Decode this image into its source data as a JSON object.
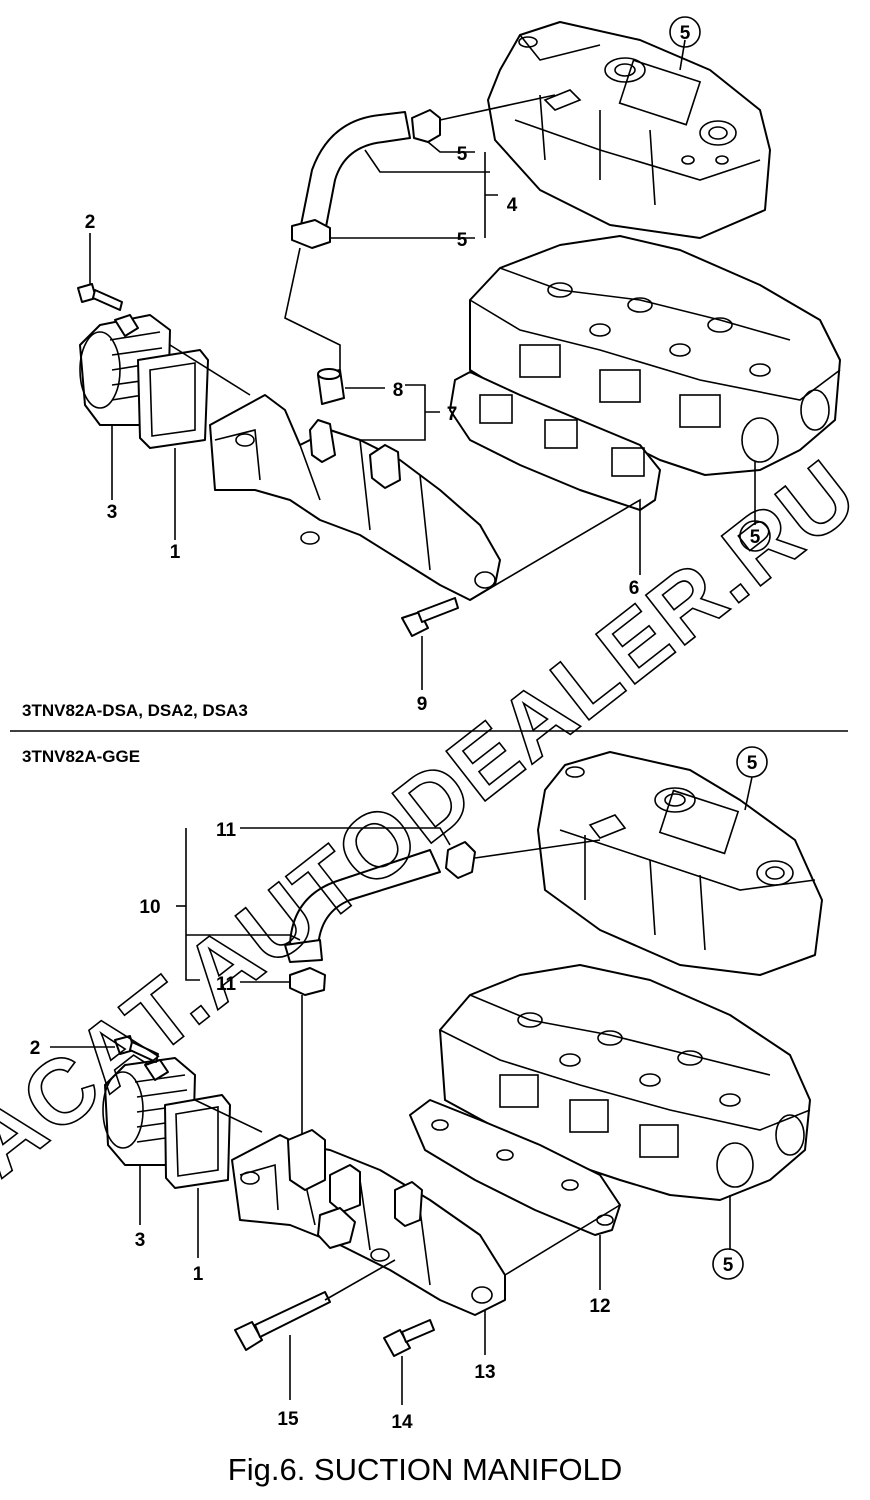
{
  "sections": [
    {
      "id": "top",
      "variant_label": "3TNV82A-DSA, DSA2, DSA3"
    },
    {
      "id": "bottom",
      "variant_label": "3TNV82A-GGE"
    }
  ],
  "callouts_top": {
    "c1": "1",
    "c2": "2",
    "c3": "3",
    "c4": "4",
    "c5a": "5",
    "c5b": "5",
    "c5_cover": "5",
    "c5_head": "5",
    "c6": "6",
    "c7": "7",
    "c8": "8",
    "c9": "9"
  },
  "callouts_bottom": {
    "c1": "1",
    "c2": "2",
    "c3": "3",
    "c5_cover": "5",
    "c5_head": "5",
    "c10": "10",
    "c11a": "11",
    "c11b": "11",
    "c12": "12",
    "c13": "13",
    "c14": "14",
    "c15": "15"
  },
  "watermark": "ACAT.AUTODEALER.RU",
  "caption": "Fig.6.  SUCTION MANIFOLD"
}
